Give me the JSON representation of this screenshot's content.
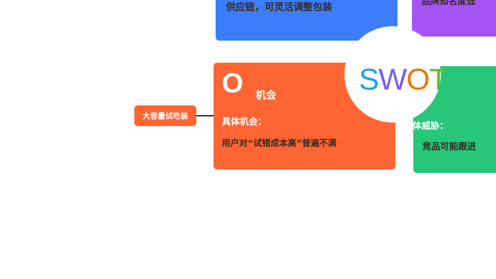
{
  "strength": {
    "text": "供应链，可灵活调整包装"
  },
  "weakness": {
    "text": "品牌知名度低"
  },
  "opportunity": {
    "letter": "O",
    "title": "机会",
    "subtitle": "具体机会：",
    "text": "用户对“试错成本高”普遍不满"
  },
  "threat": {
    "subtitle": "具体威胁：",
    "text": "竞品可能跟进"
  },
  "center": {
    "letters": [
      "S",
      "W",
      "O",
      "T"
    ],
    "colors": [
      "#1ea4e6",
      "#7b5cf5",
      "#e8790f",
      "#5fc41a"
    ]
  },
  "node": {
    "label": "大容量试吃装"
  }
}
